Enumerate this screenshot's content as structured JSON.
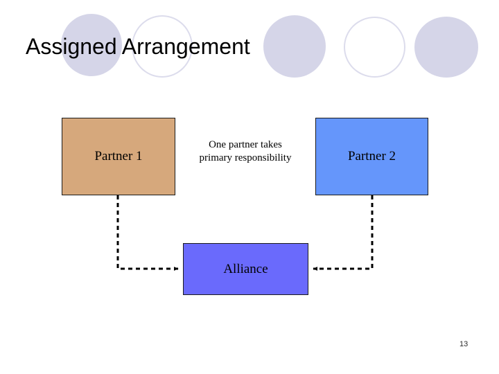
{
  "slide": {
    "title": "Assigned Arrangement",
    "page_number": "13",
    "background_color": "#ffffff"
  },
  "decor": {
    "circles": [
      {
        "name": "circle-1",
        "style": "filled",
        "color": "#d5d5e8"
      },
      {
        "name": "circle-2",
        "style": "outline",
        "color": "#dcdcec"
      },
      {
        "name": "circle-3",
        "style": "filled",
        "color": "#d5d5e8"
      },
      {
        "name": "circle-4",
        "style": "outline",
        "color": "#dcdcec"
      },
      {
        "name": "circle-5",
        "style": "filled",
        "color": "#d5d5e8"
      }
    ]
  },
  "diagram": {
    "partner1": {
      "label": "Partner 1",
      "fill": "#d6a87c",
      "border": "#1a1a1a"
    },
    "partner2": {
      "label": "Partner 2",
      "fill": "#6596fb",
      "border": "#1a1a1a"
    },
    "alliance": {
      "label": "Alliance",
      "fill": "#6a6afc",
      "border": "#1a1a1a"
    },
    "caption": {
      "line1": "One partner takes",
      "line2": "primary responsibility"
    },
    "connectors": [
      {
        "name": "partner1-to-alliance",
        "from": "Partner 1",
        "to": "Alliance",
        "style": "dashed",
        "color": "#000000",
        "arrow": "end"
      },
      {
        "name": "partner2-to-alliance",
        "from": "Partner 2",
        "to": "Alliance",
        "style": "dashed",
        "color": "#000000",
        "arrow": "end"
      }
    ]
  }
}
